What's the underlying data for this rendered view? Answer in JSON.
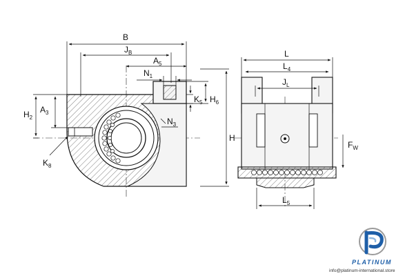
{
  "left_view": {
    "labels": {
      "B": "B",
      "JB": {
        "main": "J",
        "sub": "B"
      },
      "A5": {
        "main": "A",
        "sub": "5"
      },
      "N1": {
        "main": "N",
        "sub": "1"
      },
      "K5": {
        "main": "K",
        "sub": "5"
      },
      "H6": {
        "main": "H",
        "sub": "6"
      },
      "H2": {
        "main": "H",
        "sub": "2"
      },
      "A3": {
        "main": "A",
        "sub": "3"
      },
      "N3": {
        "main": "N",
        "sub": "3"
      },
      "H": "H",
      "K8": {
        "main": "K",
        "sub": "8"
      }
    }
  },
  "right_view": {
    "labels": {
      "L": "L",
      "L4": {
        "main": "L",
        "sub": "4"
      },
      "JL": {
        "main": "J",
        "sub": "L"
      },
      "FW": {
        "main": "F",
        "sub": "W"
      },
      "L5": {
        "main": "L",
        "sub": "5"
      }
    }
  },
  "branding": {
    "logo_letter": "P",
    "name": "PLATINUM",
    "email": "info@platinum-international.store",
    "colors": {
      "blue": "#1e5fa8",
      "light_blue": "#8fb8e0",
      "grey": "#9a9a9a"
    }
  },
  "colors": {
    "line": "#1a1a1a",
    "hatch": "#555555",
    "fill_light": "#f4f4f4"
  }
}
